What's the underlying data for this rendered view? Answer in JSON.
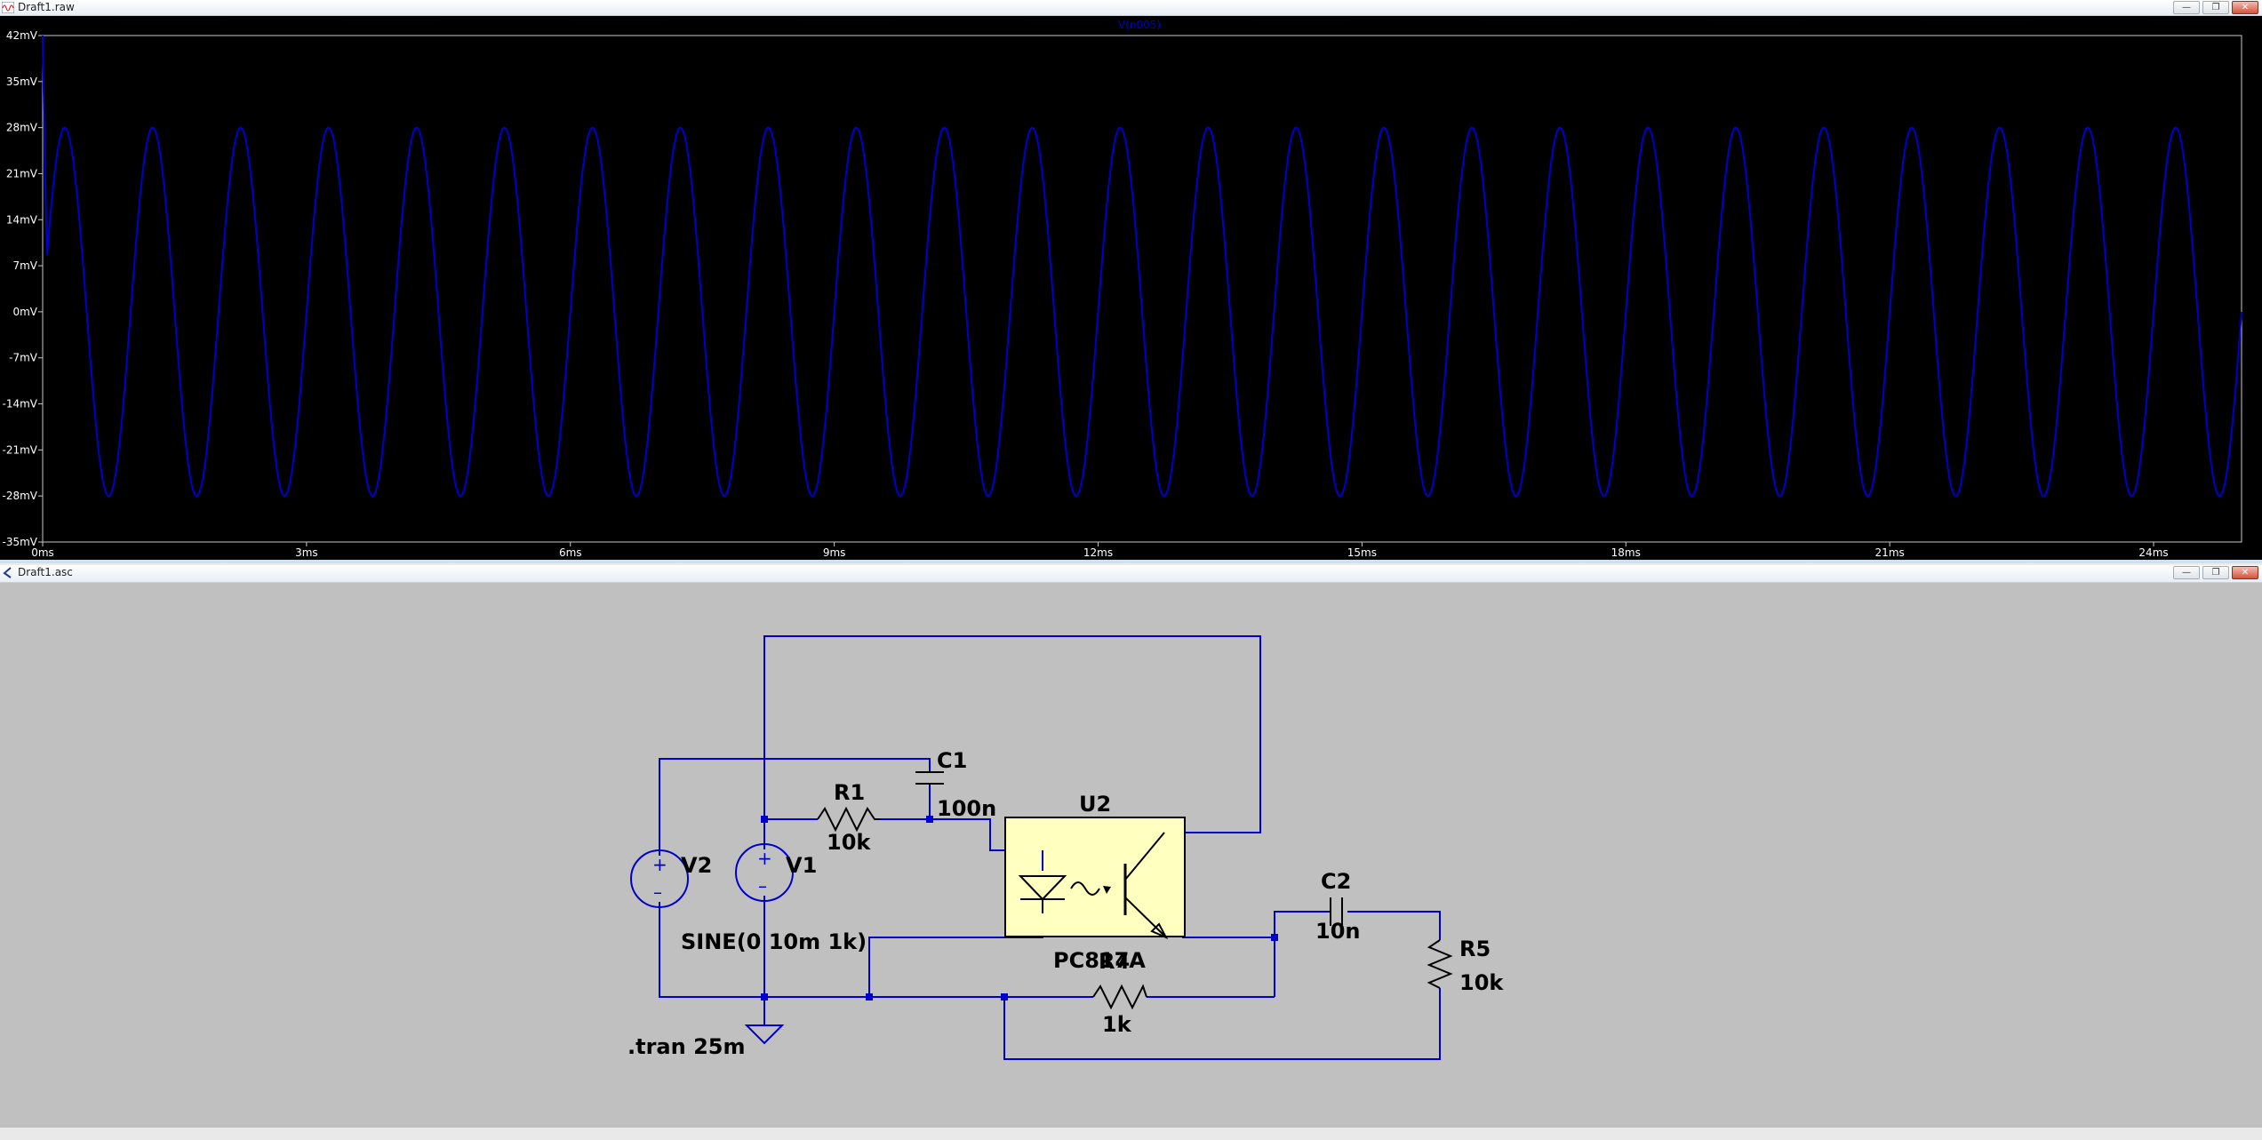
{
  "plot_window": {
    "title": "Draft1.raw",
    "trace_label": "V(n005)",
    "colors": {
      "background": "#000000",
      "trace": "#0000cc",
      "axis_text": "#ffffff"
    }
  },
  "chart_data": {
    "type": "line",
    "title": "",
    "series": [
      {
        "name": "V(n005)",
        "shape": "sine",
        "amplitude_mV": 28,
        "offset_mV": 0,
        "frequency_Hz": 1000
      }
    ],
    "xlabel": "",
    "ylabel": "",
    "xlim_ms": [
      0,
      25
    ],
    "ylim_mV": [
      -35,
      42
    ],
    "x_ticks": [
      "0ms",
      "3ms",
      "6ms",
      "9ms",
      "12ms",
      "15ms",
      "18ms",
      "21ms",
      "24ms"
    ],
    "x_tick_values": [
      0,
      3,
      6,
      9,
      12,
      15,
      18,
      21,
      24
    ],
    "y_ticks": [
      "42mV",
      "35mV",
      "28mV",
      "21mV",
      "14mV",
      "7mV",
      "0mV",
      "-7mV",
      "-14mV",
      "-21mV",
      "-28mV",
      "-35mV"
    ],
    "y_tick_values": [
      42,
      35,
      28,
      21,
      14,
      7,
      0,
      -7,
      -14,
      -21,
      -28,
      -35
    ],
    "grid": false
  },
  "schematic_window": {
    "title": "Draft1.asc",
    "colors": {
      "background": "#c0c0c0",
      "wire": "#0000cc",
      "junction": "#0000cc",
      "text": "#000000",
      "component_fill": "#ffffc0"
    },
    "components": {
      "V2": {
        "name": "V2"
      },
      "V1": {
        "name": "V1",
        "value": "SINE(0 10m 1k)"
      },
      "R1": {
        "name": "R1",
        "value": "10k"
      },
      "C1": {
        "name": "C1",
        "value": "100n"
      },
      "U2": {
        "name": "U2",
        "value": "PC817A"
      },
      "R4": {
        "name": "R4",
        "value": "1k"
      },
      "C2": {
        "name": "C2",
        "value": "10n"
      },
      "R5": {
        "name": "R5",
        "value": "10k"
      }
    },
    "directive": ".tran 25m"
  },
  "window_buttons": {
    "minimize": "—",
    "restore": "❐",
    "close": "✕"
  }
}
